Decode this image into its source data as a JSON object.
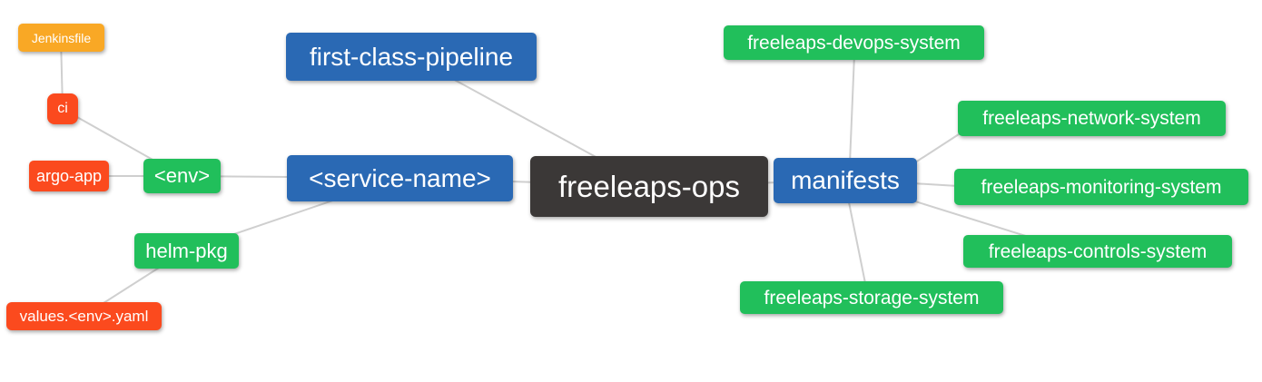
{
  "diagram": {
    "title": "freeleaps-ops mindmap",
    "nodes": {
      "root": {
        "label": "freeleaps-ops"
      },
      "first_class_pipeline": {
        "label": "first-class-pipeline"
      },
      "service_name": {
        "label": "<service-name>"
      },
      "manifests": {
        "label": "manifests"
      },
      "env": {
        "label": "<env>"
      },
      "helm_pkg": {
        "label": "helm-pkg"
      },
      "ci": {
        "label": "ci"
      },
      "argo_app": {
        "label": "argo-app"
      },
      "jenkinsfile": {
        "label": "Jenkinsfile"
      },
      "values_env_yaml": {
        "label": "values.<env>.yaml"
      },
      "devops_system": {
        "label": "freeleaps-devops-system"
      },
      "network_system": {
        "label": "freeleaps-network-system"
      },
      "monitoring_system": {
        "label": "freeleaps-monitoring-system"
      },
      "controls_system": {
        "label": "freeleaps-controls-system"
      },
      "storage_system": {
        "label": "freeleaps-storage-system"
      }
    },
    "edges": [
      {
        "from": "freeleaps-ops",
        "to": "first-class-pipeline"
      },
      {
        "from": "freeleaps-ops",
        "to": "<service-name>"
      },
      {
        "from": "freeleaps-ops",
        "to": "manifests"
      },
      {
        "from": "<service-name>",
        "to": "<env>"
      },
      {
        "from": "<service-name>",
        "to": "helm-pkg"
      },
      {
        "from": "<env>",
        "to": "ci"
      },
      {
        "from": "<env>",
        "to": "argo-app"
      },
      {
        "from": "ci",
        "to": "Jenkinsfile"
      },
      {
        "from": "helm-pkg",
        "to": "values.<env>.yaml"
      },
      {
        "from": "manifests",
        "to": "freeleaps-devops-system"
      },
      {
        "from": "manifests",
        "to": "freeleaps-network-system"
      },
      {
        "from": "manifests",
        "to": "freeleaps-monitoring-system"
      },
      {
        "from": "manifests",
        "to": "freeleaps-controls-system"
      },
      {
        "from": "manifests",
        "to": "freeleaps-storage-system"
      }
    ]
  },
  "colors": {
    "node_dark": "#3B3837",
    "node_blue": "#2A69B4",
    "node_green": "#21BF5B",
    "node_red_orange": "#FB4A1E",
    "node_amber": "#F9A825",
    "edge": "#CFCFCF",
    "text": "#FFFFFF",
    "background": "#FFFFFF"
  }
}
